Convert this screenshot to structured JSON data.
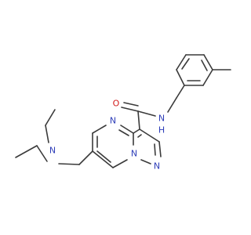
{
  "molecule": {
    "atoms": {
      "n_amine": "N",
      "o_carbonyl": "O",
      "n_amide": "N",
      "h_amide": "H",
      "n_pyrimidine": "N",
      "n_bridge": "N",
      "n_pyrazole": "N"
    },
    "colors": {
      "bond": "#3a3a3a",
      "nitrogen": "#2d3db8",
      "oxygen": "#d21b1b"
    }
  }
}
